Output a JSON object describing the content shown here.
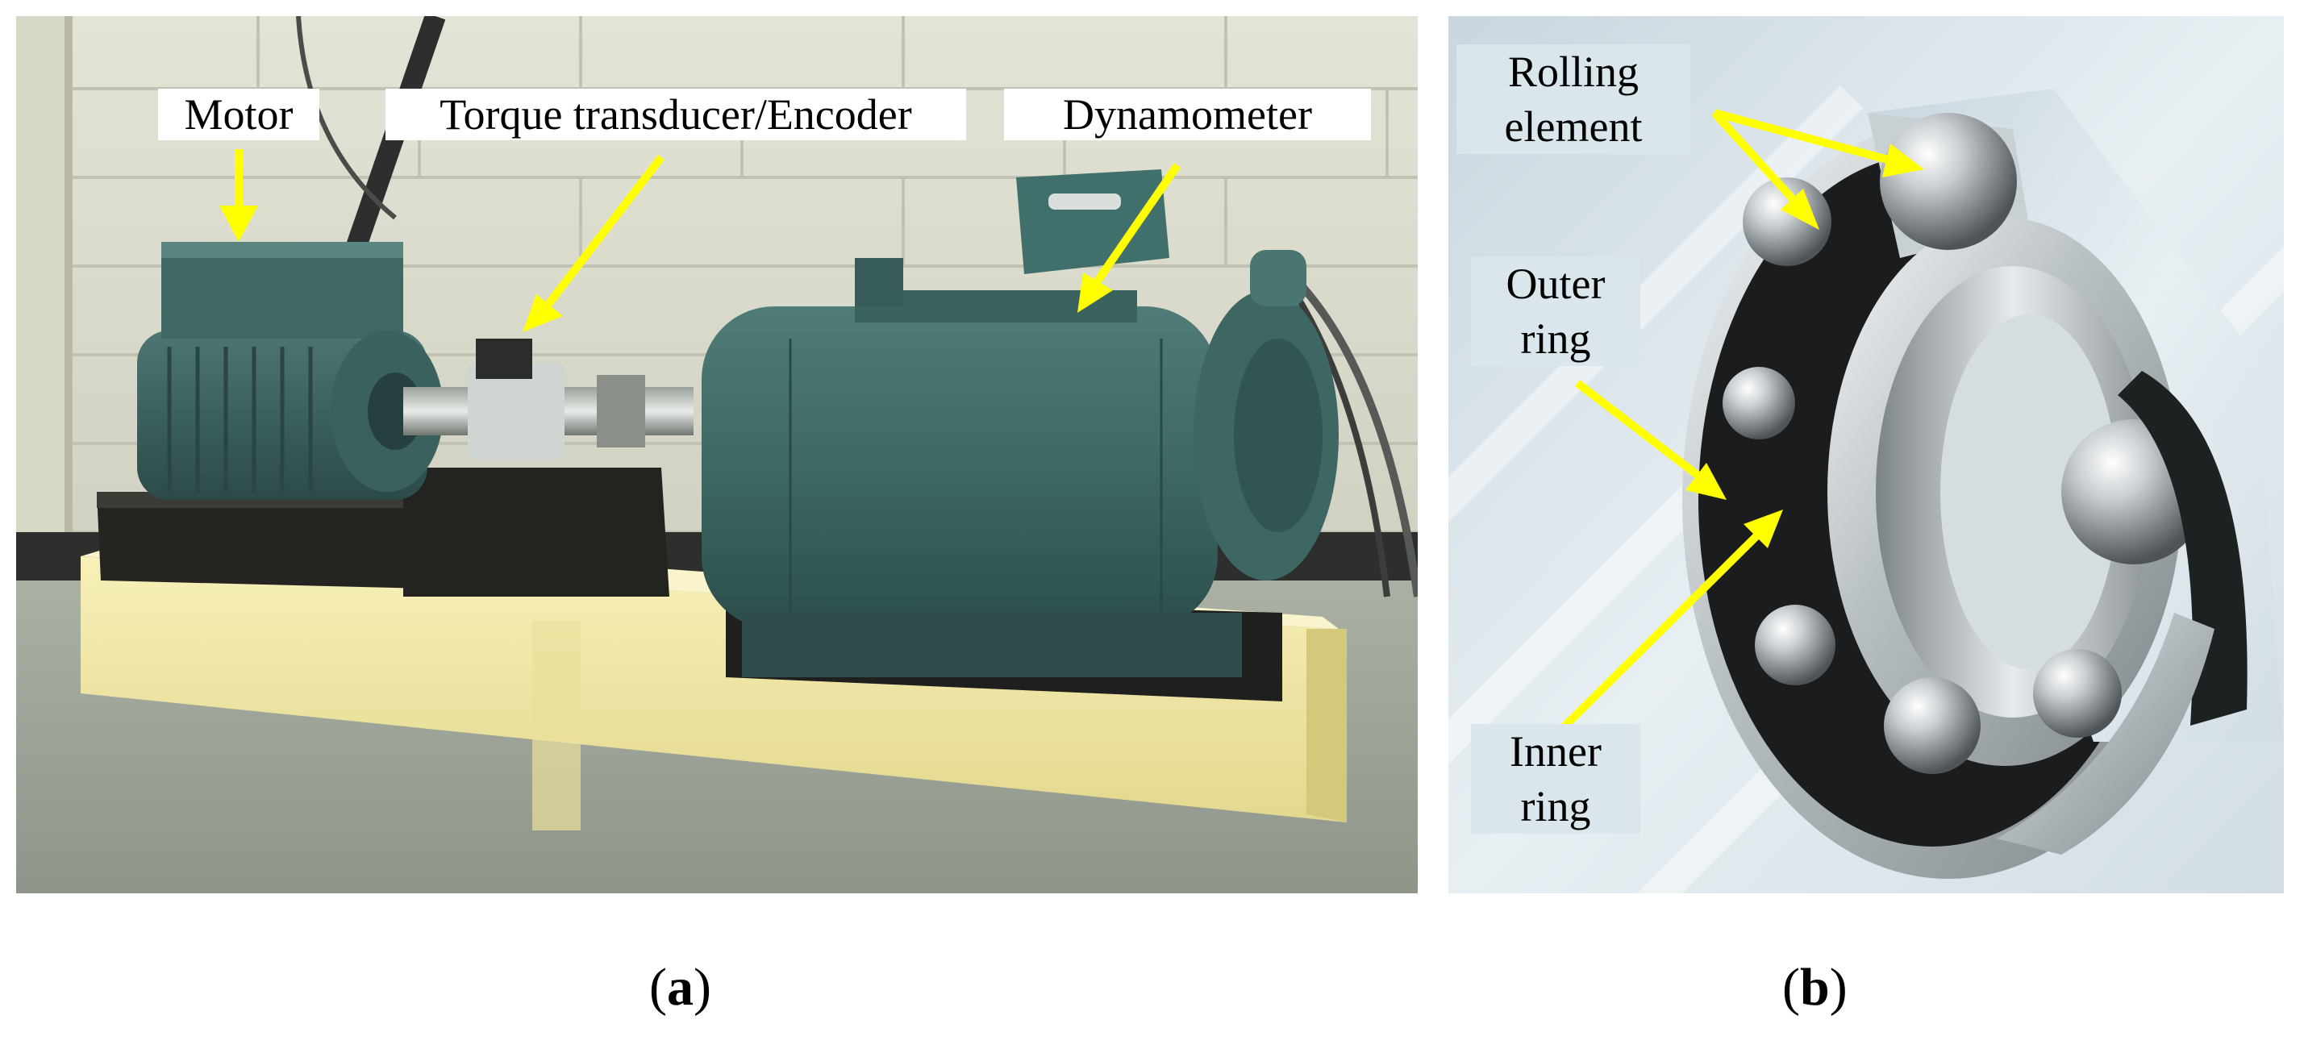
{
  "panel_a": {
    "labels": {
      "motor": "Motor",
      "torque": "Torque transducer/Encoder",
      "dynamometer": "Dynamometer"
    },
    "caption": {
      "open": "(",
      "letter": "a",
      "close": ")"
    }
  },
  "panel_b": {
    "labels": {
      "rolling_line1": "Rolling",
      "rolling_line2": "element",
      "outer_line1": "Outer",
      "outer_line2": "ring",
      "inner_line1": "Inner",
      "inner_line2": "ring"
    },
    "caption": {
      "open": "(",
      "letter": "b",
      "close": ")"
    }
  },
  "colors": {
    "arrow": "#ffff00",
    "machine": "#3f6a66",
    "base": "#f3eba8",
    "wall": "#dcdccc",
    "bearing_bg": "#dfe8ed"
  }
}
